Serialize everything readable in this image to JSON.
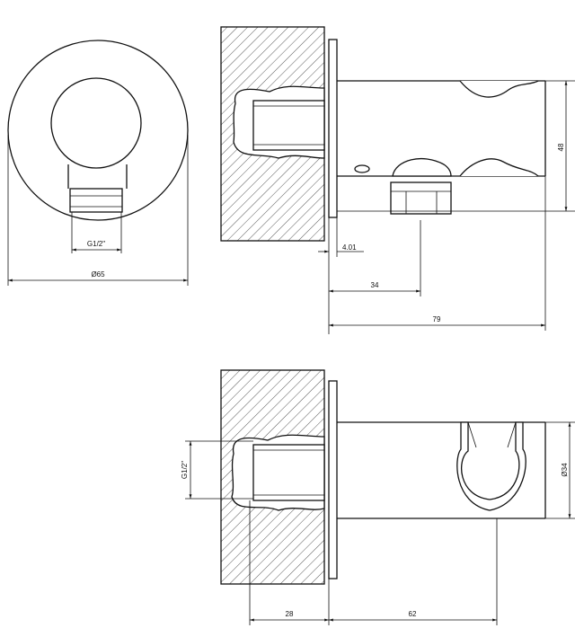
{
  "drawing": {
    "front_view": {
      "thread_label": "G1/2\"",
      "diameter_label": "Ø65"
    },
    "side_view": {
      "dim_plate": "4.01",
      "dim_outlet": "34",
      "dim_length": "79",
      "dim_height": "48"
    },
    "top_view": {
      "thread_label": "G1/2\"",
      "dim_depth": "28",
      "dim_length": "62",
      "dim_diameter": "Ø34"
    }
  }
}
